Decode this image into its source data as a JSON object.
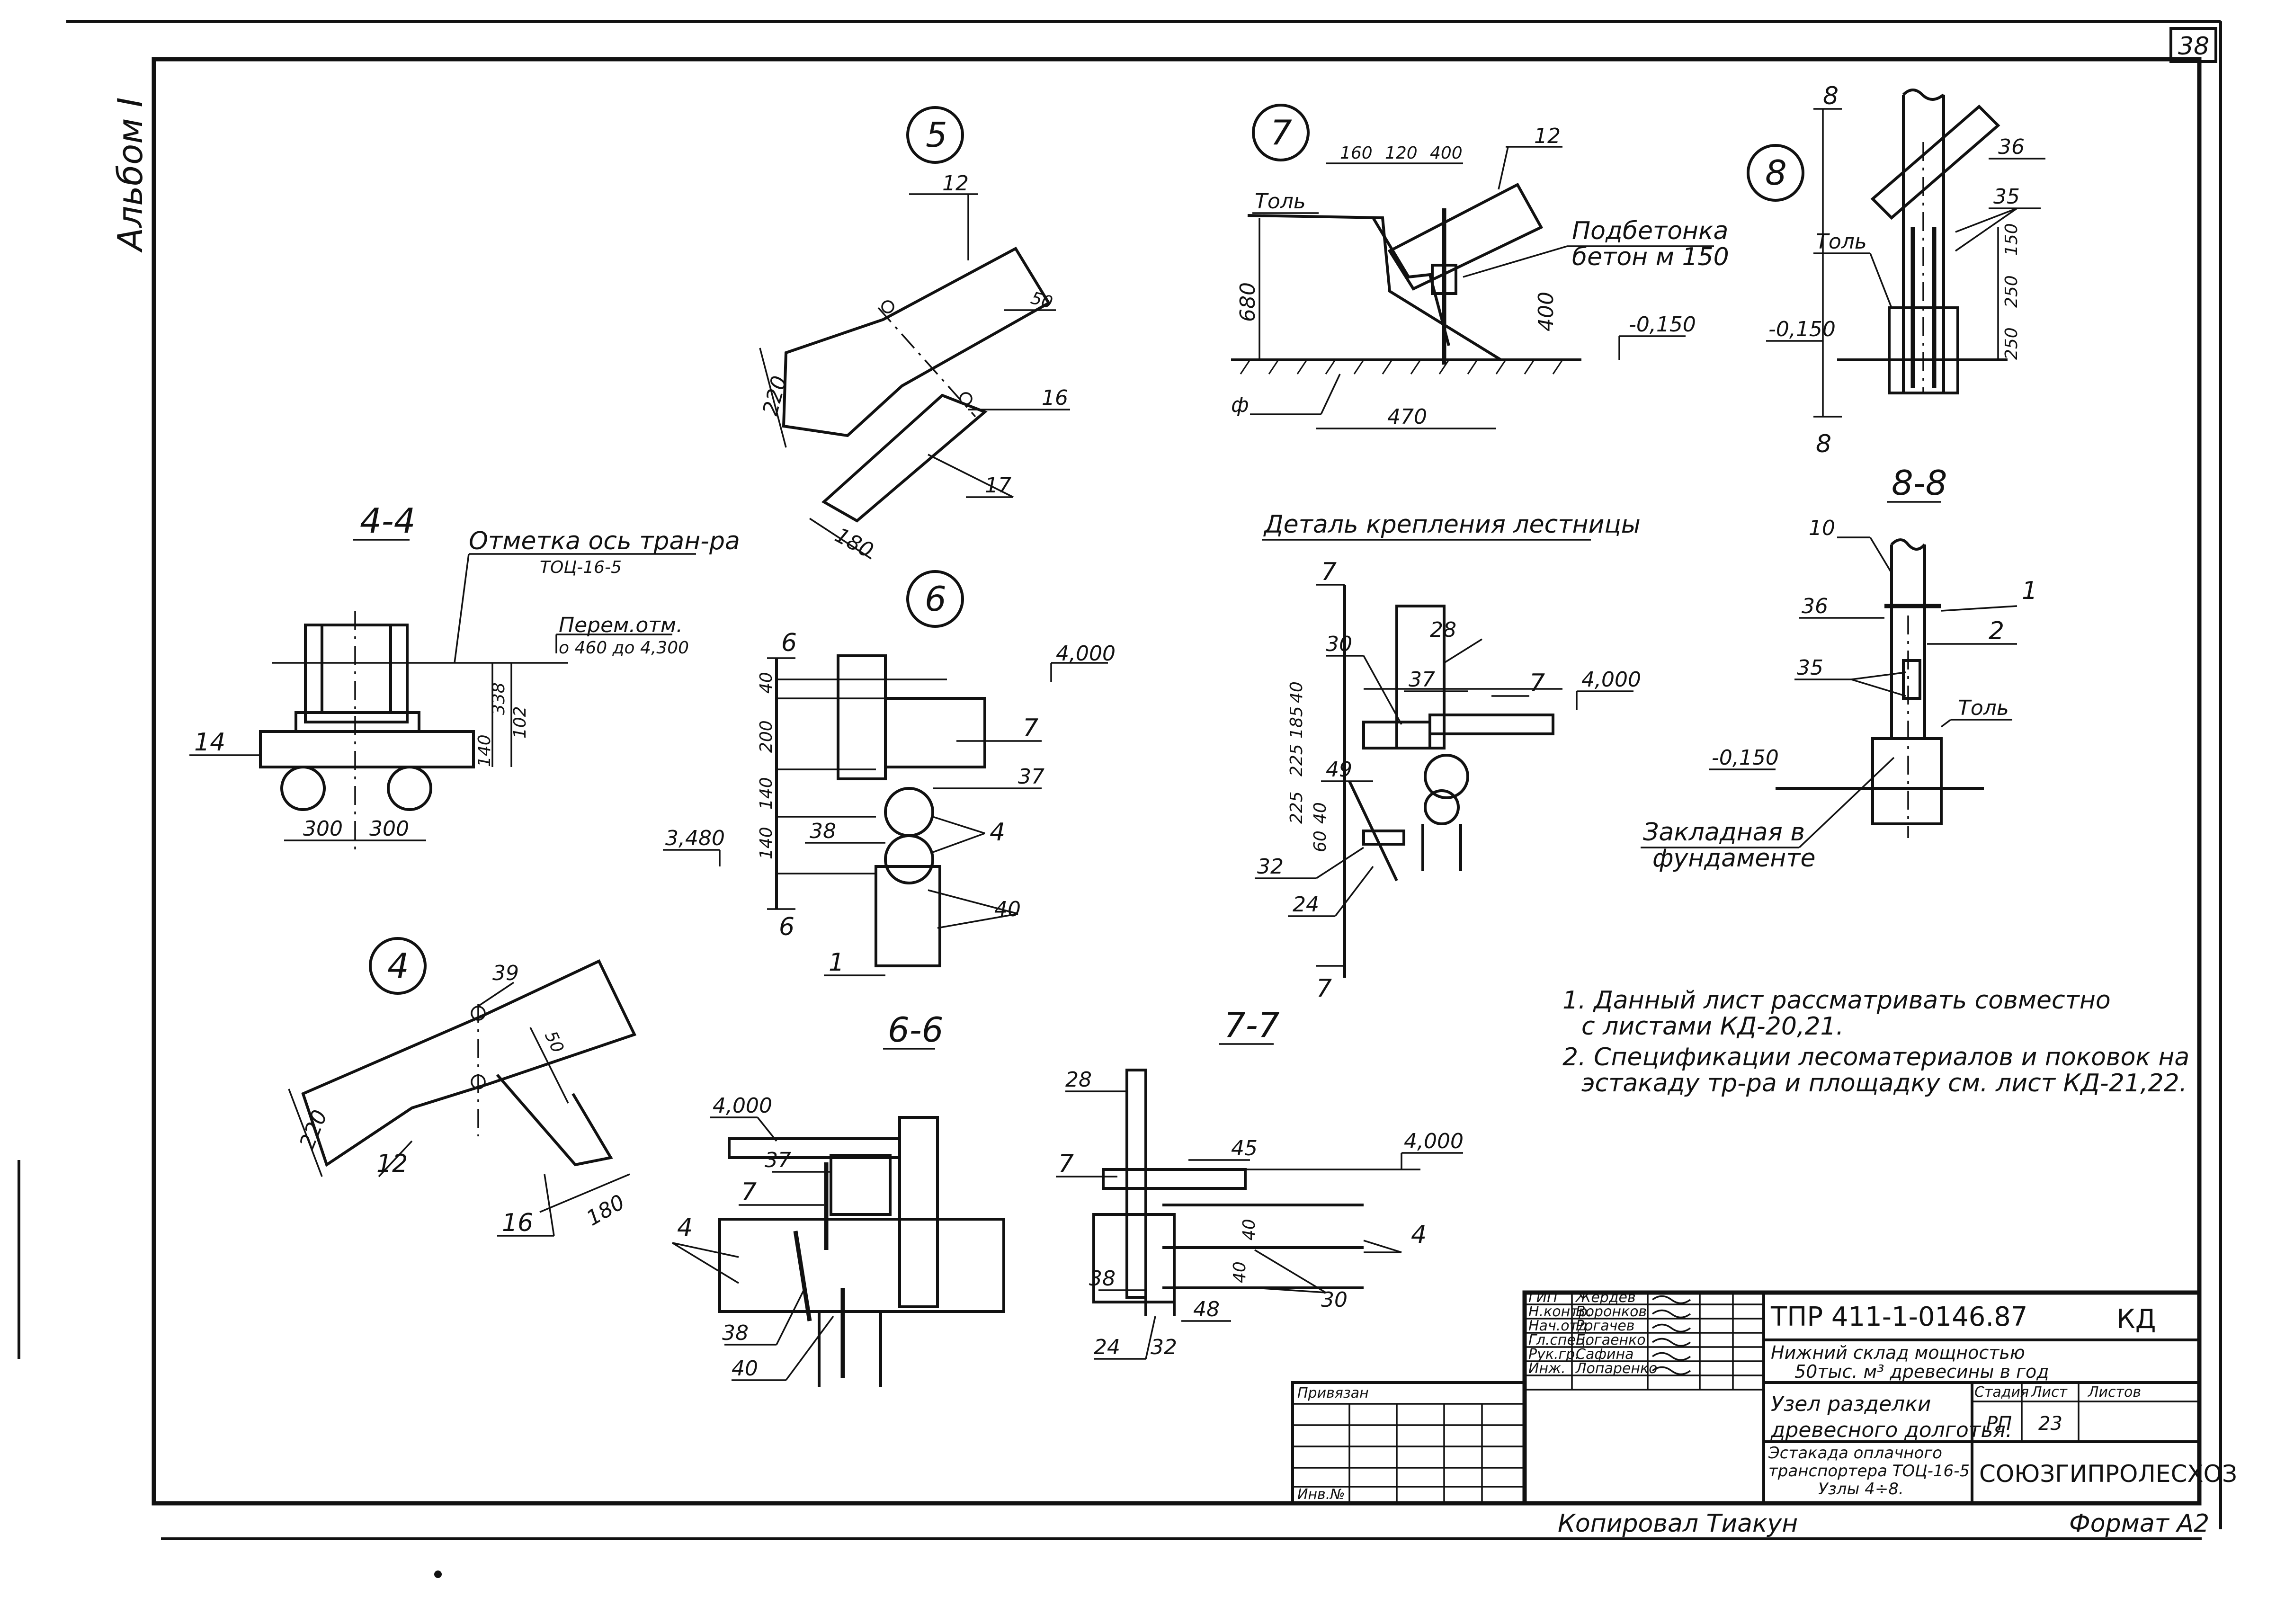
{
  "sheet": {
    "page_number": "38",
    "album": "Альбом I",
    "copied_by": "Копировал Тиакун",
    "format": "Формат А2"
  },
  "details": {
    "node5": {
      "number": "5",
      "labels": [
        "12",
        "16",
        "17"
      ],
      "dims": [
        "220",
        "50",
        "180"
      ]
    },
    "node7": {
      "number": "7",
      "labels": [
        "12",
        "Толь",
        "Подбетонка",
        "бетон м 150",
        "ф"
      ],
      "dims": [
        "160",
        "120",
        "400",
        "680",
        "400",
        "470"
      ],
      "elev": "-0,150"
    },
    "node8": {
      "number": "8",
      "labels": [
        "36",
        "35",
        "Толь"
      ],
      "dims": [
        "150",
        "250",
        "250"
      ],
      "elev": "-0,150",
      "cut": "8"
    },
    "sec44": {
      "title": "4-4",
      "note_line1": "Отметка ось тран-ра",
      "note_line2": "ТОЦ-16-5",
      "note2_line1": "Перем.отм.",
      "note2_line2": "о 460 до 4,300",
      "dims": [
        "338",
        "140",
        "102",
        "300",
        "300"
      ],
      "labels": [
        "14"
      ]
    },
    "node6": {
      "number": "6",
      "labels": [
        "7",
        "37",
        "4",
        "38",
        "40",
        "1"
      ],
      "dims": [
        "40",
        "200",
        "140",
        "140"
      ],
      "elev_top": "4,000",
      "elev_left": "3,480",
      "cut": "6"
    },
    "stair": {
      "title": "Деталь крепления лестницы",
      "cut": "7",
      "labels": [
        "28",
        "30",
        "37",
        "7",
        "49",
        "32",
        "24"
      ],
      "dims": [
        "40",
        "185",
        "225",
        "225",
        "40",
        "60"
      ],
      "elev": "4,000"
    },
    "sec88": {
      "title": "8-8",
      "labels": [
        "10",
        "36",
        "1",
        "2",
        "35",
        "Толь",
        "Закладная в",
        "фундаменте"
      ],
      "elev": "-0,150"
    },
    "node4": {
      "number": "4",
      "labels": [
        "39",
        "12",
        "16"
      ],
      "dims": [
        "220",
        "50",
        "180"
      ]
    },
    "sec66": {
      "title": "6-6",
      "labels": [
        "37",
        "7",
        "4",
        "38",
        "40"
      ],
      "elev": "4,000"
    },
    "sec77": {
      "title": "7-7",
      "labels": [
        "28",
        "7",
        "45",
        "4",
        "38",
        "30",
        "24",
        "32",
        "48"
      ],
      "dims": [
        "40",
        "40"
      ],
      "elev": "4,000"
    }
  },
  "notes": [
    "1. Данный лист рассматривать совместно",
    "с листами КД-20,21.",
    "2. Спецификации лесоматериалов и поковок на",
    "эстакаду тр-ра и площадку см. лист КД-21,22."
  ],
  "titleblock": {
    "code": "ТПР 411-1-0146.87",
    "mark": "КД",
    "roles": [
      "ГИП",
      "Н.контр.",
      "Нач.отд.",
      "Гл.спец.",
      "Рук.гр.",
      "Инж."
    ],
    "names": [
      "Жердев",
      "Воронков",
      "Рогачев",
      "Богаенко",
      "Сафина",
      "Лопаренко"
    ],
    "object_line1": "Нижний склад мощностью",
    "object_line2": "50тыс. м³ древесины в год",
    "sheet_line1": "Узел разделки",
    "sheet_line2": "древесного долготья.",
    "drawing_line1": "Эстакада оплачного",
    "drawing_line2": "транспортера ТОЦ-16-5.",
    "drawing_line3": "Узлы 4÷8.",
    "stage_h": "Стадия",
    "sheet_h": "Лист",
    "sheets_h": "Листов",
    "stage": "РП",
    "sheet_no": "23",
    "org": "СОЮЗГИПРОЛЕСХОЗ",
    "privyazan": "Привязан",
    "inv": "Инв.№"
  }
}
